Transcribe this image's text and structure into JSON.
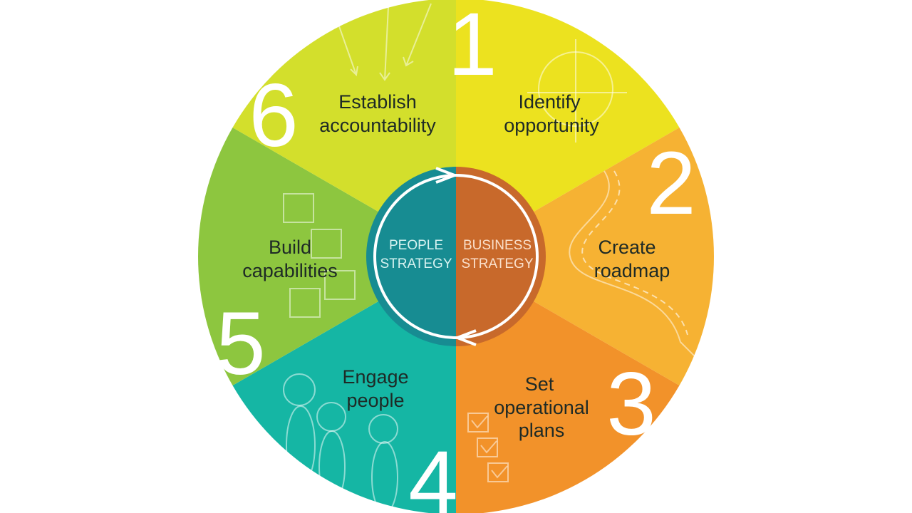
{
  "segments": [
    {
      "number": "1",
      "line1": "Identify",
      "line2": "opportunity",
      "color": "#ece21f"
    },
    {
      "number": "2",
      "line1": "Create",
      "line2": "roadmap",
      "color": "#f6b233"
    },
    {
      "number": "3",
      "line1": "Set",
      "line2": "operational",
      "line3": "plans",
      "color": "#f2922a"
    },
    {
      "number": "4",
      "line1": "Engage",
      "line2": "people",
      "color": "#15b6a4"
    },
    {
      "number": "5",
      "line1": "Build",
      "line2": "capabilities",
      "color": "#8dc63f"
    },
    {
      "number": "6",
      "line1": "Establish",
      "line2": "accountability",
      "color": "#d3df2c"
    }
  ],
  "center": {
    "left": {
      "line1": "PEOPLE",
      "line2": "STRATEGY",
      "color": "#178c92",
      "text_color": "#d7f3f1"
    },
    "right": {
      "line1": "BUSINESS",
      "line2": "STRATEGY",
      "color": "#c8692b",
      "text_color": "#fbe1cc"
    }
  }
}
